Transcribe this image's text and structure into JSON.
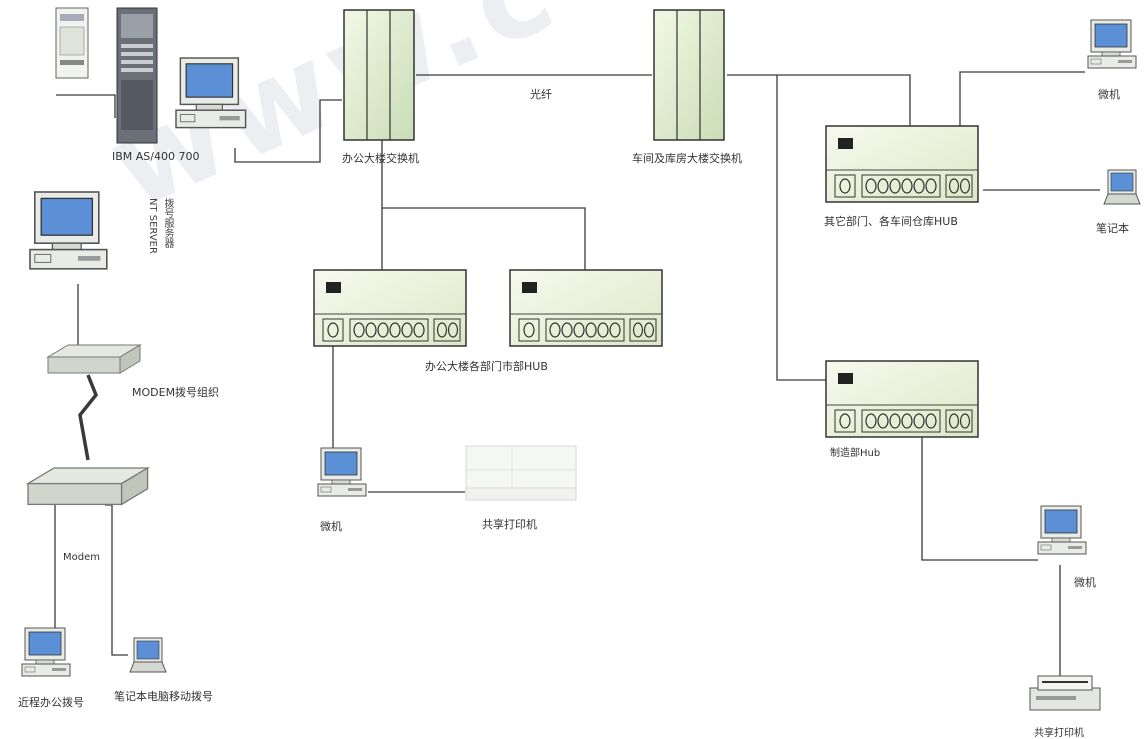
{
  "watermark": "www.c-s-a.org.cn",
  "labels": {
    "ibm": "IBM AS/400 700",
    "nt_server": "NT SERVER",
    "dial_server": "拨号服务器",
    "modem_group": "MODEM拨号组织",
    "modem": "Modem",
    "remote_office": "近程办公拨号",
    "laptop_dial": "笔记本电脑移动拨号",
    "fiber": "光纤",
    "office_switch": "办公大楼交换机",
    "workshop_switch": "车间及库房大楼交换机",
    "office_hub": "办公大楼各部门市部HUB",
    "pc_office": "微机",
    "printer_office": "共享打印机",
    "other_hub": "其它部门、各车间仓库HUB",
    "pc_top_right": "微机",
    "laptop_right": "笔记本",
    "mfg_hub": "制造部Hub",
    "pc_mfg": "微机",
    "printer_mfg": "共享打印机"
  },
  "colors": {
    "line": "#3a3a3a",
    "screen": "#5b8fd6",
    "switch": "#dfeccf",
    "hub": "#edf3e0"
  }
}
